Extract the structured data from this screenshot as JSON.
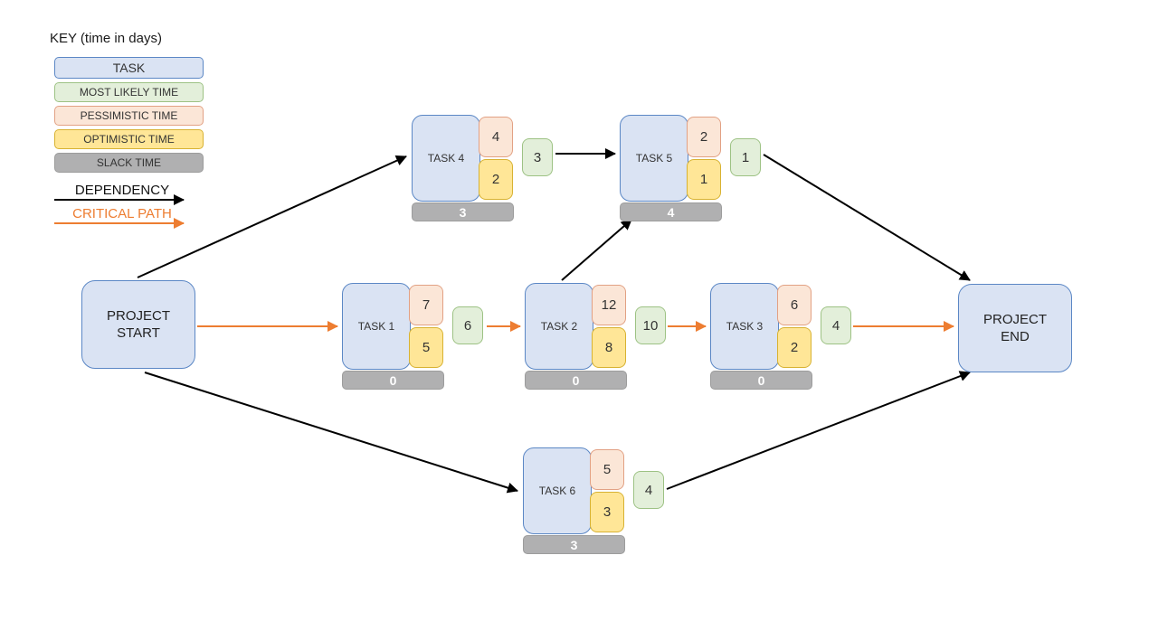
{
  "colors": {
    "task-fill": "#DAE3F3",
    "task-border": "#5B87C5",
    "ml-fill": "#E3EFDA",
    "ml-border": "#9DC284",
    "pess-fill": "#FBE6D7",
    "pess-border": "#E2A184",
    "opt-fill": "#FFE697",
    "opt-border": "#D8B232",
    "slack-fill": "#B0B0B1",
    "slack-border": "#9C9C9C",
    "dependency": "#000000",
    "critical": "#ED7D31"
  },
  "legend": {
    "title": "KEY (time in days)",
    "items": [
      {
        "label": "TASK",
        "type": "task"
      },
      {
        "label": "MOST LIKELY TIME",
        "type": "most-likely"
      },
      {
        "label": "PESSIMISTIC TIME",
        "type": "pessimistic"
      },
      {
        "label": "OPTIMISTIC TIME",
        "type": "optimistic"
      },
      {
        "label": "SLACK TIME",
        "type": "slack"
      }
    ],
    "dependency_label": "DEPENDENCY",
    "critical_path_label": "CRITICAL PATH"
  },
  "nodes": {
    "start": {
      "label": "PROJECT START"
    },
    "end": {
      "label": "PROJECT END"
    }
  },
  "tasks": [
    {
      "name": "TASK 1",
      "pessimistic": "7",
      "optimistic": "5",
      "most_likely": "6",
      "slack": "0"
    },
    {
      "name": "TASK 2",
      "pessimistic": "12",
      "optimistic": "8",
      "most_likely": "10",
      "slack": "0"
    },
    {
      "name": "TASK 3",
      "pessimistic": "6",
      "optimistic": "2",
      "most_likely": "4",
      "slack": "0"
    },
    {
      "name": "TASK 4",
      "pessimistic": "4",
      "optimistic": "2",
      "most_likely": "3",
      "slack": "3"
    },
    {
      "name": "TASK 5",
      "pessimistic": "2",
      "optimistic": "1",
      "most_likely": "1",
      "slack": "4"
    },
    {
      "name": "TASK 6",
      "pessimistic": "5",
      "optimistic": "3",
      "most_likely": "4",
      "slack": "3"
    }
  ],
  "edges": [
    {
      "from": "PROJECT START",
      "to": "TASK 4",
      "type": "dependency"
    },
    {
      "from": "PROJECT START",
      "to": "TASK 1",
      "type": "critical"
    },
    {
      "from": "PROJECT START",
      "to": "TASK 6",
      "type": "dependency"
    },
    {
      "from": "TASK 1",
      "to": "TASK 2",
      "type": "critical"
    },
    {
      "from": "TASK 2",
      "to": "TASK 3",
      "type": "critical"
    },
    {
      "from": "TASK 2",
      "to": "TASK 5",
      "type": "dependency"
    },
    {
      "from": "TASK 4",
      "to": "TASK 5",
      "type": "dependency"
    },
    {
      "from": "TASK 3",
      "to": "PROJECT END",
      "type": "critical"
    },
    {
      "from": "TASK 5",
      "to": "PROJECT END",
      "type": "dependency"
    },
    {
      "from": "TASK 6",
      "to": "PROJECT END",
      "type": "dependency"
    }
  ]
}
